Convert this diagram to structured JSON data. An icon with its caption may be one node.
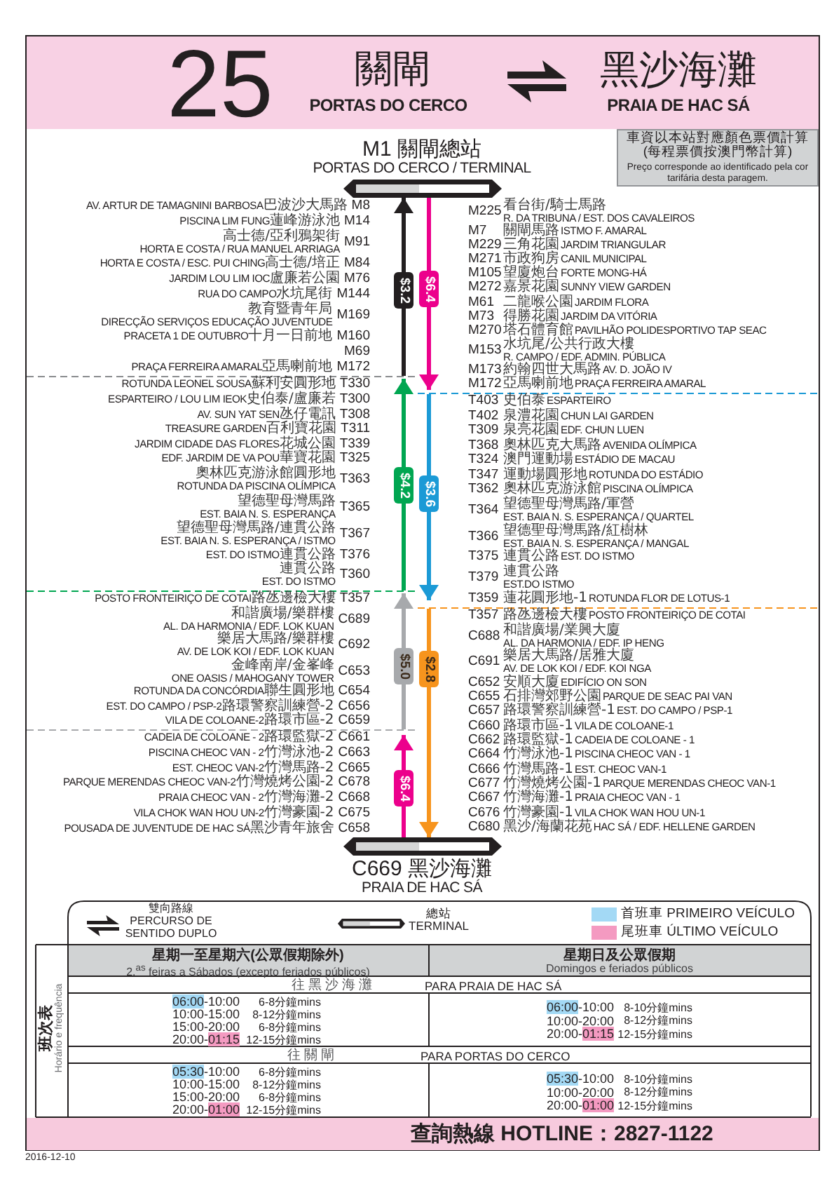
{
  "diagram": {
    "nodes": [
      {
        "text": [
          "25",
          "關閘",
          "PORTAS DO CERCO",
          "黑沙海灘",
          "PRAIA DE HAC SÁ"
        ]
      },
      {
        "text": [
          "車資以本站對應顏色票價計算",
          "(每程票價按澳門幣計算)",
          "Preço corresponde ao identificado pela cor tarifária desta paragem."
        ]
      },
      {
        "text": [
          "M1 關閘總站",
          "PORTAS DO CERCO / TERMINAL"
        ]
      },
      {
        "text": [
          "$3.2"
        ]
      },
      {
        "text": [
          "$6.4"
        ]
      },
      {
        "text": [
          "$4.2"
        ]
      },
      {
        "text": [
          "$3.6"
        ]
      },
      {
        "text": [
          "$5.0"
        ]
      },
      {
        "text": [
          "$2.8"
        ]
      },
      {
        "text": [
          "$6.4"
        ]
      },
      {
        "text": [
          "C669 黑沙海灘",
          "PRAIA DE HAC SÁ"
        ]
      },
      {
        "text": [
          "查詢熱線 HOTLINE：2827-1122"
        ]
      }
    ],
    "edges": [
      {
        "from": null,
        "to": 3,
        "arrow": "none",
        "color": "#231f20"
      },
      {
        "from": 3,
        "to": 2,
        "arrow": "to",
        "color": "#231f20"
      },
      {
        "from": null,
        "to": 5,
        "arrow": "none",
        "color": "#00a651"
      },
      {
        "from": 5,
        "to": null,
        "arrow": "to",
        "color": "#00a651"
      },
      {
        "from": null,
        "to": 7,
        "arrow": "none",
        "color": "#a7a9ac"
      },
      {
        "from": 7,
        "to": null,
        "arrow": "to",
        "color": "#a7a9ac"
      },
      {
        "from": 10,
        "to": 9,
        "arrow": "none",
        "color": "#ec008c"
      },
      {
        "from": 9,
        "to": null,
        "arrow": "to",
        "color": "#ec008c"
      },
      {
        "from": 2,
        "to": 4,
        "arrow": "none",
        "color": "#ec008c"
      },
      {
        "from": 4,
        "to": null,
        "arrow": "to",
        "color": "#ec008c"
      },
      {
        "from": null,
        "to": 6,
        "arrow": "none",
        "color": "#1b9ad6"
      },
      {
        "from": 6,
        "to": null,
        "arrow": "to",
        "color": "#1b9ad6"
      },
      {
        "from": null,
        "to": 8,
        "arrow": "none",
        "color": "#f7941d"
      },
      {
        "from": 8,
        "to": 10,
        "arrow": "to",
        "color": "#f7941d"
      }
    ],
    "labels": [
      "AV. ARTUR DE TAMAGNINI BARBOSA",
      "巴波沙大馬路",
      "M8",
      "PISCINA LIM FUNG",
      "蓮峰游泳池",
      "M14",
      "高士德/亞利鴉架街",
      "HORTA E COSTA / RUA MANUEL ARRIAGA",
      "M91",
      "HORTA E COSTA / ESC. PUI CHING",
      "高士德/培正",
      "M84",
      "JARDIM LOU LIM IOC",
      "盧廉若公園",
      "M76",
      "RUA DO CAMPO",
      "水坑尾街",
      "M144",
      "教育暨青年局",
      "DIRECÇÃO SERVIÇOS EDUCAÇÃO JUVENTUDE",
      "M169",
      "PRACETA 1 DE OUTUBRO",
      "十月一日前地",
      "M160",
      "M69",
      "PRAÇA FERREIRA AMARAL",
      "亞馬喇前地",
      "M172",
      "ROTUNDA LEONEL SOUSA",
      "蘇利安圓形地",
      "T330",
      "ESPARTEIRO / LOU LIM IEOK",
      "史伯泰/盧廉若",
      "T300",
      "AV. SUN YAT SEN",
      "氹仔電訊",
      "T308",
      "TREASURE GARDEN",
      "百利寶花園",
      "T311",
      "JARDIM CIDADE DAS FLORES",
      "花城公園",
      "T339",
      "EDF. JARDIM DE VA POU",
      "華寶花園",
      "T325",
      "奧林匹克游泳館圓形地",
      "ROTUNDA DA PISCINA OLÍMPICA",
      "T363",
      "望德聖母灣馬路",
      "EST. BAIA N. S. ESPERANÇA",
      "T365",
      "望德聖母灣馬路/連貫公路",
      "EST. BAIA N. S. ESPERANÇA / ISTMO",
      "T367",
      "EST. DO ISTMO",
      "連貫公路",
      "T376",
      "連貫公路",
      "EST. DO ISTMO",
      "T360",
      "POSTO FRONTEIRIÇO DE COTAI",
      "路氹邊檢大樓",
      "T357",
      "和諧廣場/樂群樓",
      "AL. DA HARMONIA / EDF. LOK KUAN",
      "C689",
      "樂居大馬路/樂群樓",
      "AV. DE LOK KOI / EDF. LOK KUAN",
      "C692",
      "金峰南岸/金峯峰",
      "ONE OASIS / MAHOGANY TOWER",
      "C653",
      "ROTUNDA DA CONCÓRDIA",
      "聯生圓形地",
      "C654",
      "EST. DO CAMPO / PSP-2",
      "路環警察訓練營-2",
      "C656",
      "VILA DE COLOANE-2",
      "路環市區-2",
      "C659",
      "CADEIA DE COLOANE - 2",
      "路環監獄-2",
      "C661",
      "PISCINA CHEOC VAN - 2",
      "竹灣泳池-2",
      "C663",
      "EST. CHEOC VAN-2",
      "竹灣馬路-2",
      "C665",
      "PARQUE MERENDAS CHEOC VAN-2",
      "竹灣燒烤公園-2",
      "C678",
      "PRAIA CHEOC VAN - 2",
      "竹灣海灘-2",
      "C668",
      "VILA CHOK WAN HOU UN-2",
      "竹灣豪園-2",
      "C675",
      "POUSADA DE JUVENTUDE DE HAC SÁ",
      "黑沙青年旅舍",
      "C658",
      "M225",
      "看台街/騎士馬路",
      "R. DA TRIBUNA / EST. DOS CAVALEIROS",
      "M7",
      "關閘馬路",
      "ISTMO F. AMARAL",
      "M229",
      "三角花園",
      "JARDIM TRIANGULAR",
      "M271",
      "市政狗房",
      "CANIL MUNICIPAL",
      "M105",
      "望廈炮台",
      "FORTE MONG-HÁ",
      "M272",
      "嘉景花園",
      "SUNNY VIEW GARDEN",
      "M61",
      "二龍喉公園",
      "JARDIM FLORA",
      "M73",
      "得勝花園",
      "JARDIM DA VITÓRIA",
      "M270",
      "塔石體育館",
      "PAVILHÃO POLIDESPORTIVO TAP SEAC",
      "M153",
      "水坑尾/公共行政大樓",
      "R. CAMPO / EDF. ADMIN. PÚBLICA",
      "M173",
      "約翰四世大馬路",
      "AV. D. JOÃO IV",
      "M172",
      "亞馬喇前地",
      "PRAÇA FERREIRA AMARAL",
      "T403",
      "史伯泰",
      "ESPARTEIRO",
      "T402",
      "泉澧花園",
      "CHUN LAI GARDEN",
      "T309",
      "泉亮花園",
      "EDF. CHUN LUEN",
      "T368",
      "奧林匹克大馬路",
      "AVENIDA OLÍMPICA",
      "T324",
      "澳門運動場",
      "ESTÁDIO DE MACAU",
      "T347",
      "運動場圓形地",
      "ROTUNDA DO ESTÁDIO",
      "T362",
      "奧林匹克游泳館",
      "PISCINA OLÍMPICA",
      "T364",
      "望德聖母灣馬路/軍營",
      "EST. BAIA N. S. ESPERANÇA / QUARTEL",
      "T366",
      "望德聖母灣馬路/紅樹林",
      "EST. BAIA N. S. ESPERANÇA / MANGAL",
      "T375",
      "連貫公路",
      "EST. DO ISTMO",
      "T379",
      "連貫公路",
      "EST.DO ISTMO",
      "T359",
      "蓮花圓形地-1",
      "ROTUNDA FLOR DE LOTUS-1",
      "T357",
      "路氹邊檢大樓",
      "POSTO FRONTEIRIÇO DE COTAI",
      "C688",
      "和諧廣場/業興大廈",
      "AL. DA HARMONIA / EDF. IP HENG",
      "C691",
      "樂居大馬路/居雅大廈",
      "AV. DE LOK KOI / EDF. KOI NGA",
      "C652",
      "安順大廈",
      "EDIFÍCIO ON SON",
      "C655",
      "石排灣郊野公園",
      "PARQUE DE SEAC PAI VAN",
      "C657",
      "路環警察訓練營-1",
      "EST. DO CAMPO / PSP-1",
      "C660",
      "路環市區-1",
      "VILA DE COLOANE-1",
      "C662",
      "路環監獄-1",
      "CADEIA DE COLOANE - 1",
      "C664",
      "竹灣泳池-1",
      "PISCINA CHEOC VAN - 1",
      "C666",
      "竹灣馬路-1",
      "EST. CHEOC VAN-1",
      "C677",
      "竹灣燒烤公園-1",
      "PARQUE MERENDAS CHEOC VAN-1",
      "C667",
      "竹灣海灘-1",
      "PRAIA CHEOC VAN - 1",
      "C676",
      "竹灣豪園-1",
      "VILA CHOK WAN HOU UN-1",
      "C680",
      "黑沙/海蘭花苑",
      "HAC SÁ / EDF. HELLENE GARDEN",
      "班次表",
      "Horário e frequência",
      "星期一至星期六(公眾假期除外)",
      "2.$^{as}$ feiras a Sábados (excepto feriados públicos)",
      "星期日及公眾假期",
      "Domingos e feriados públicos",
      "往黑沙海灘",
      "PARA PRAIA DE HAC SÁ",
      "06:00-10:00",
      "6-8分鐘mins",
      "10:00-15:00",
      "8-12分鐘mins",
      "15:00-20:00",
      "6-8分鐘mins",
      "20:00-01:15",
      "12-15分鐘mins",
      "06:00-10:00",
      "8-10分鐘mins",
      "10:00-20:00",
      "8-12分鐘mins",
      "20:00-01:15",
      "12-15分鐘mins",
      "往關閘",
      "PARA PORTAS DO CERCO",
      "05:30-10:00",
      "6-8分鐘mins",
      "10:00-15:00",
      "8-12分鐘mins",
      "15:00-20:00",
      "6-8分鐘mins",
      "20:00-01:00",
      "12-15分鐘mins",
      "05:30-10:00",
      "8-10分鐘mins",
      "10:00-20:00",
      "8-12分鐘mins",
      "20:00-01:00",
      "12-15分鐘mins",
      "2016-12-10"
    ],
    "legend": [
      {
        "text": "雙向路線 PERCURSO DE SENTIDO DUPLO"
      },
      {
        "text": "總站 TERMINAL"
      },
      {
        "text": "首班車 PRIMEIRO VEÍCULO",
        "color": "#a3d9f5"
      },
      {
        "text": "尾班車 ÚLTIMO VEÍCULO",
        "color": "#f49ac1"
      }
    ]
  }
}
